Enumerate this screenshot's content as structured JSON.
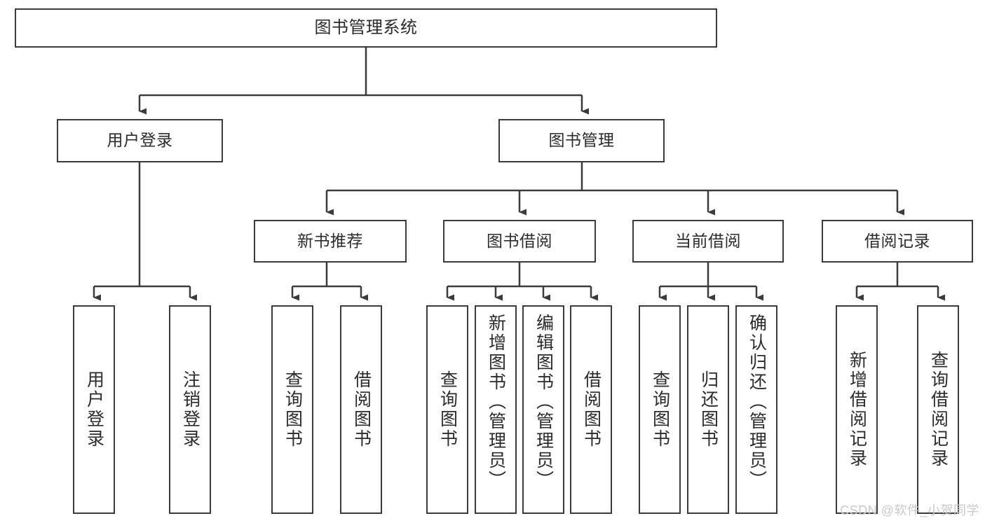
{
  "diagram": {
    "title": "图书管理系统",
    "root": {
      "label": "图书管理系统"
    },
    "level2": [
      {
        "label": "用户登录"
      },
      {
        "label": "图书管理"
      }
    ],
    "level3": [
      {
        "label": "新书推荐"
      },
      {
        "label": "图书借阅"
      },
      {
        "label": "当前借阅"
      },
      {
        "label": "借阅记录"
      }
    ],
    "leaves": {
      "user_login": [
        {
          "label": "用户登录"
        },
        {
          "label": "注销登录"
        }
      ],
      "new_book": [
        {
          "label": "查询图书"
        },
        {
          "label": "借阅图书"
        }
      ],
      "book_borrow": [
        {
          "label": "查询图书"
        },
        {
          "label": "新增图书（管理员）"
        },
        {
          "label": "编辑图书（管理员）"
        },
        {
          "label": "借阅图书"
        }
      ],
      "current_borrow": [
        {
          "label": "查询图书"
        },
        {
          "label": "归还图书"
        },
        {
          "label": "确认归还（管理员）"
        }
      ],
      "borrow_record": [
        {
          "label": "新增借阅记录"
        },
        {
          "label": "查询借阅记录"
        }
      ]
    }
  },
  "watermark": {
    "text": "CSDN @软件_小贺同学"
  },
  "colors": {
    "box_border": "#3b3b3b",
    "text": "#2b2b2b",
    "background": "#ffffff",
    "watermark": "#c9c9c9"
  }
}
